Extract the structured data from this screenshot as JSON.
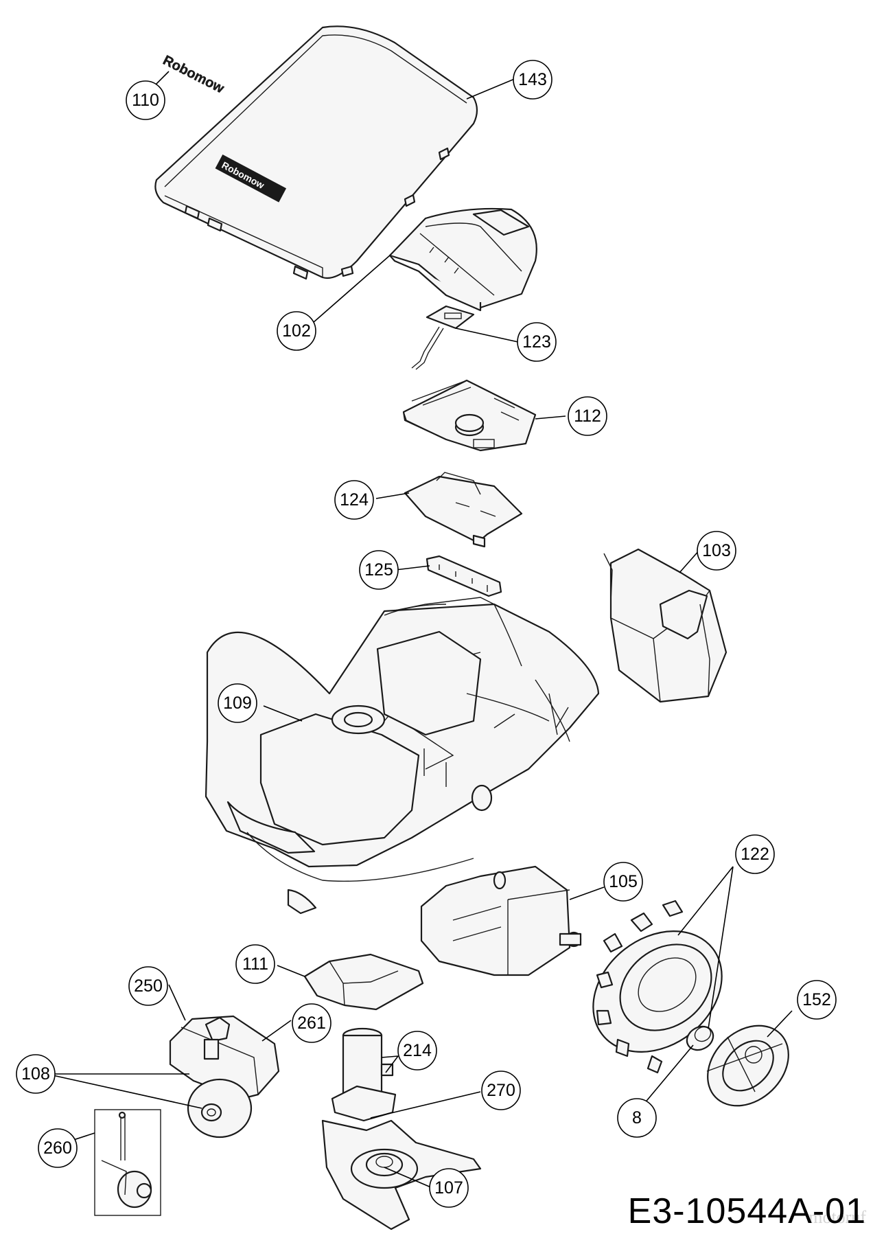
{
  "diagram": {
    "drawing_number": "E3-10544A-01",
    "watermark": "motoruf",
    "logo_lettering": "Robomow",
    "callouts": [
      {
        "id": "c110",
        "label": "110"
      },
      {
        "id": "c143",
        "label": "143"
      },
      {
        "id": "c102",
        "label": "102"
      },
      {
        "id": "c123",
        "label": "123"
      },
      {
        "id": "c112",
        "label": "112"
      },
      {
        "id": "c124",
        "label": "124"
      },
      {
        "id": "c125",
        "label": "125"
      },
      {
        "id": "c103",
        "label": "103"
      },
      {
        "id": "c109",
        "label": "109"
      },
      {
        "id": "c105",
        "label": "105"
      },
      {
        "id": "c122",
        "label": "122"
      },
      {
        "id": "c111",
        "label": "111"
      },
      {
        "id": "c250",
        "label": "250"
      },
      {
        "id": "c261",
        "label": "261"
      },
      {
        "id": "c214",
        "label": "214"
      },
      {
        "id": "c152",
        "label": "152"
      },
      {
        "id": "c108",
        "label": "108"
      },
      {
        "id": "c270",
        "label": "270"
      },
      {
        "id": "c8",
        "label": "8"
      },
      {
        "id": "c260",
        "label": "260"
      },
      {
        "id": "c107",
        "label": "107"
      }
    ]
  }
}
